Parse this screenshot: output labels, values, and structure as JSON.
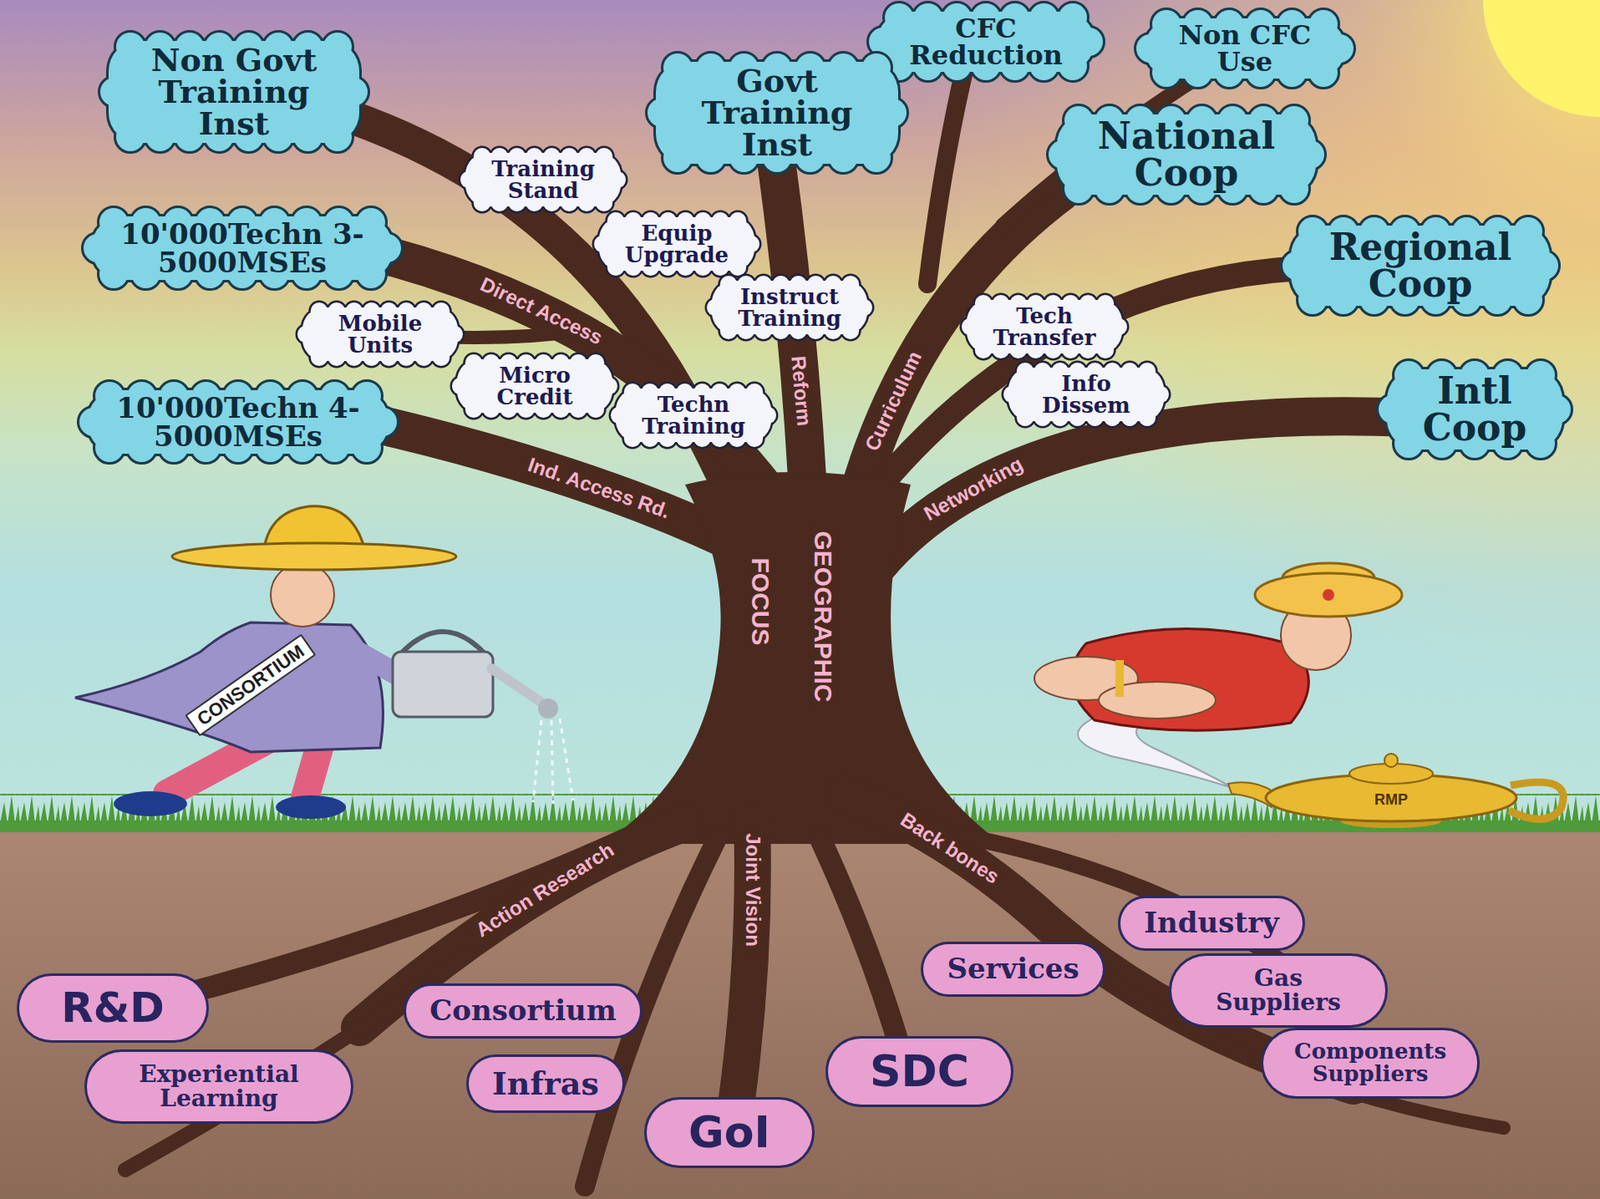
{
  "diagram": {
    "nodes": [
      {
        "text": [
          "CFC Reduction"
        ]
      },
      {
        "text": [
          "Non CFC Use"
        ]
      },
      {
        "text": [
          "Non Govt Training Inst"
        ]
      },
      {
        "text": [
          "Govt Training Inst"
        ]
      },
      {
        "text": [
          "National Coop"
        ]
      },
      {
        "text": [
          "Training Stand"
        ]
      },
      {
        "text": [
          "10'000Techn 3-5000MSEs"
        ]
      },
      {
        "text": [
          "Equip Upgrade"
        ]
      },
      {
        "text": [
          "Regional Coop"
        ]
      },
      {
        "text": [
          "Instruct Training"
        ]
      },
      {
        "text": [
          "Mobile Units"
        ]
      },
      {
        "text": [
          "Tech Transfer"
        ]
      },
      {
        "text": [
          "Micro Credit"
        ]
      },
      {
        "text": [
          "Info Dissem"
        ]
      },
      {
        "text": [
          "Techn Training"
        ]
      },
      {
        "text": [
          "10'000Techn 4-5000MSEs"
        ]
      },
      {
        "text": [
          "Intl Coop"
        ]
      },
      {
        "text": [
          "Industry"
        ]
      },
      {
        "text": [
          "Services"
        ]
      },
      {
        "text": [
          "Gas Suppliers"
        ]
      },
      {
        "text": [
          "R&D"
        ]
      },
      {
        "text": [
          "Consortium"
        ]
      },
      {
        "text": [
          "Components Suppliers"
        ]
      },
      {
        "text": [
          "SDC"
        ]
      },
      {
        "text": [
          "Experiential Learning"
        ]
      },
      {
        "text": [
          "Infras"
        ]
      },
      {
        "text": [
          "GoI"
        ]
      }
    ],
    "labels": [
      "Direct Access",
      "Reform",
      "Curriculum",
      "Ind. Access Rd.",
      "Networking",
      "GEOGRAPHIC",
      "FOCUS",
      "CONSORTIUM",
      "RMP",
      "Action Research",
      "Joint Vision",
      "Back bones"
    ]
  }
}
